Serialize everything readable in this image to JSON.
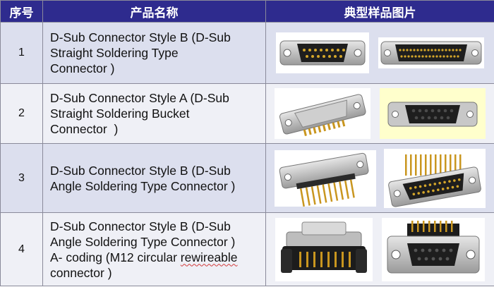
{
  "header": {
    "col_no": "序号",
    "col_name": "产品名称",
    "col_photo": "典型样品图片"
  },
  "rows": [
    {
      "no": "1",
      "name_lines": [
        "D-Sub Connector Style B (D-Sub",
        "Straight Soldering Type",
        "Connector )"
      ]
    },
    {
      "no": "2",
      "name_lines": [
        "D-Sub Connector Style A (D-Sub",
        "Straight Soldering Bucket",
        "Connector  )"
      ]
    },
    {
      "no": "3",
      "name_lines": [
        "D-Sub Connector Style B (D-Sub",
        "Angle Soldering Type Connector )"
      ]
    },
    {
      "no": "4",
      "name_lines": [
        "D-Sub Connector Style B (D-Sub",
        "Angle Soldering Type Connector )",
        "A- coding (M12 circular ",
        "rewireable",
        "connector )"
      ]
    }
  ],
  "photos": [
    "d-sub-straight-solder-male-15pin",
    "d-sub-straight-solder-male-37pin",
    "d-sub-solder-bucket-male-25pin",
    "d-sub-solder-bucket-female-15pin",
    "d-sub-right-angle-male-15pin",
    "d-sub-right-angle-male-25pin",
    "d-sub-right-angle-pcb-male-a-coding",
    "d-sub-right-angle-pcb-female-a-coding"
  ]
}
